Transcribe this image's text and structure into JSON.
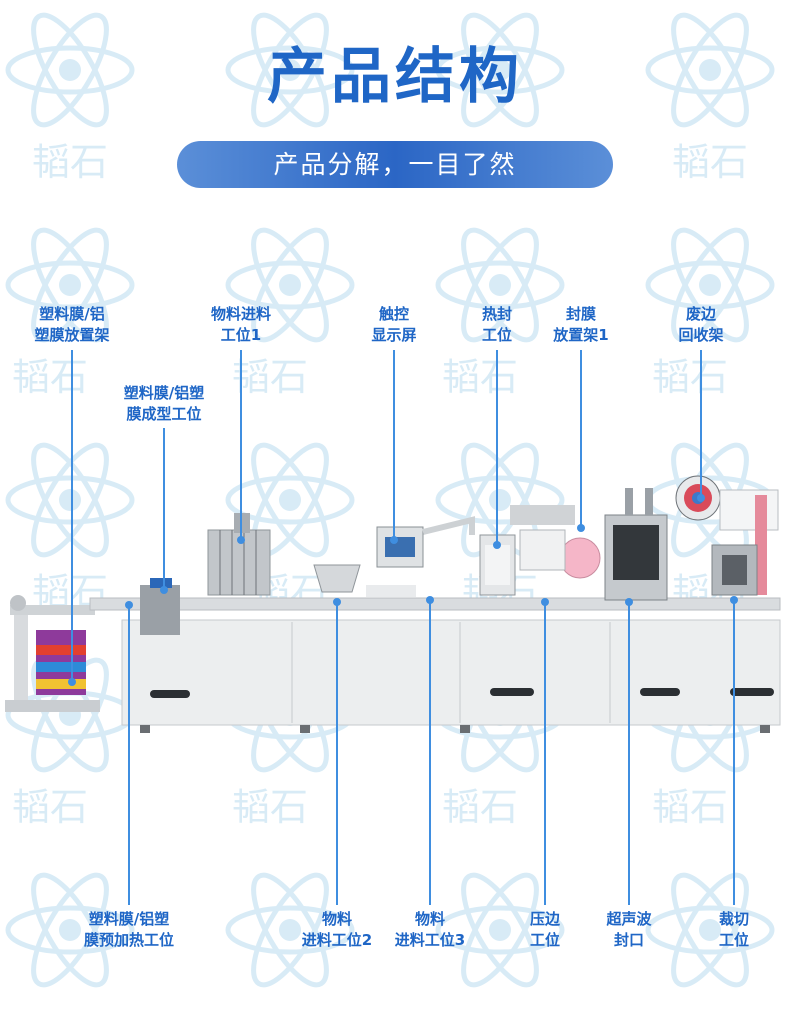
{
  "header": {
    "title": "产品结构",
    "subtitle": "产品分解，一目了然"
  },
  "watermark": {
    "text": "韬石",
    "color": "#b9dcef"
  },
  "colors": {
    "accent": "#1f66c6",
    "leader_line": "#3f8ee0",
    "machine_body": "#eceeef"
  },
  "labels": {
    "top": [
      {
        "text": "塑料膜/铝\n塑膜放置架"
      },
      {
        "text": "塑料膜/铝塑\n膜成型工位"
      },
      {
        "text": "物料进料\n工位1"
      },
      {
        "text": "触控\n显示屏"
      },
      {
        "text": "热封\n工位"
      },
      {
        "text": "封膜\n放置架1"
      },
      {
        "text": "废边\n回收架"
      }
    ],
    "bottom": [
      {
        "text": "塑料膜/铝塑\n膜预加热工位"
      },
      {
        "text": "物料\n进料工位2"
      },
      {
        "text": "物料\n进料工位3"
      },
      {
        "text": "压边\n工位"
      },
      {
        "text": "超声波\n封口"
      },
      {
        "text": "裁切\n工位"
      }
    ]
  }
}
